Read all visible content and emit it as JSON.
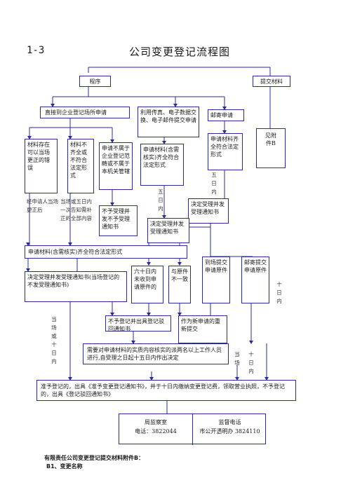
{
  "header": {
    "number": "1-3",
    "title": "公司变更登记流程图"
  },
  "boxes": {
    "procedure": "程序",
    "submit_materials": "提交材料",
    "direct_apply": "直接到企业登记场所申请",
    "electronic_apply": "利用传真、电子数据交换、电子邮件提交申请",
    "mail_apply": "邮寄申请",
    "materials_errors": "材料存在可以当场更正的错误",
    "materials_incomplete": "材料不齐全或不符合法定形式",
    "not_in_scope": "申请不属于企业登记范畴或不属于本机关管辖",
    "materials_complete_1": "申请材料(含需核实)齐全符合法定形式",
    "materials_complete_2": "申请材料齐全符合法定形式",
    "see_attachment": "见附件B",
    "not_accept_notice": "不予受理并发不予受理通知书",
    "decide_accept_1": "决定受理并发受理通知书",
    "decide_accept_2": "决定受理并发受理通知书",
    "materials_complete_3": "申请材料(含需核实)齐全符合法定形式",
    "decide_accept_3": "决定受理并发受理通知书(当场登记的不发受理通知书)",
    "sixty_days": "六十日内未收到申请原件的",
    "inconsistent": "与原件不一致",
    "submit_original_onsite": "到场提交申请原件",
    "mail_original": "邮寄提交申请原件",
    "reject_notice": "不予登记并出具登记驳回通知书",
    "reapply": "作为新申请的重新提交",
    "verify_materials": "需要对申请材料的实质内容核实的派两名以上工作人员进行,自受理之日起十五日内作出决定",
    "final_decision": "准予登记的，出具《准予变更登记通知书》，并于十日内缴纳变更登记费，领取营业执照，不予登记的，出具《登记驳回通知书》"
  },
  "notes": {
    "onsite_correct": "经申请人当场更正后",
    "one_time_notice": "当场或五日内一次告知需补正的全部内容",
    "five_days_a": "五日内",
    "five_days_b": "五日内",
    "ten_days": "十日内",
    "onsite_or_ten_days": "当场或十日内",
    "onsite": "当场",
    "ten_days_2": "十日内"
  },
  "contacts": {
    "supervision_label": "局监察室",
    "supervision_phone": "电话：3822044",
    "hotline_label": "监督电话",
    "hotline_phone": "市公开透明办 3824110"
  },
  "footer": {
    "attachment_title": "有限责任公司变更登记提交材料附件B：",
    "item": "B1、变更名称"
  }
}
